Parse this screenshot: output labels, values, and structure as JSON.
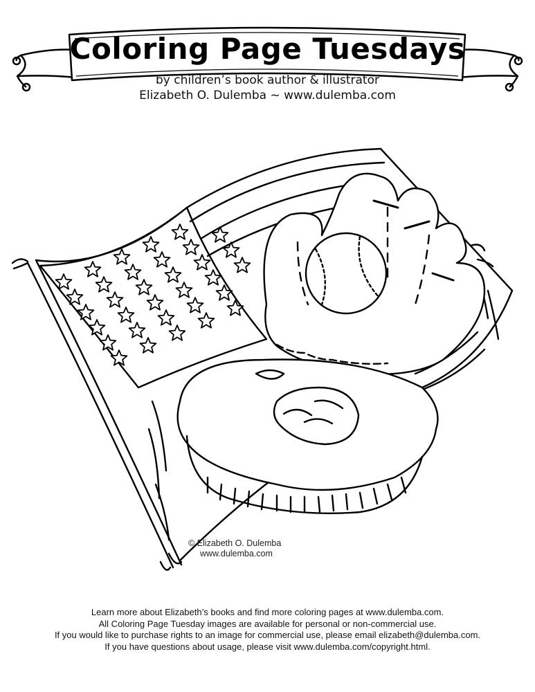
{
  "header": {
    "title": "Coloring Page Tuesdays",
    "byline": "by children’s book author & illustrator",
    "author_line": "Elizabeth O. Dulemba ~ www.dulemba.com"
  },
  "artwork": {
    "copyright": "© Elizabeth O. Dulemba",
    "site": "www.dulemba.com"
  },
  "footer": {
    "lines": [
      "Learn more about Elizabeth’s books and find more coloring pages at www.dulemba.com.",
      "All Coloring Page Tuesday images are available for personal or non-commercial use.",
      "If you would like to purchase rights to an image for commercial use, please email elizabeth@dulemba.com.",
      "If you have questions about usage, please visit www.dulemba.com/copyright.html."
    ]
  },
  "colors": {
    "ink": "#000000",
    "paper": "#ffffff"
  }
}
